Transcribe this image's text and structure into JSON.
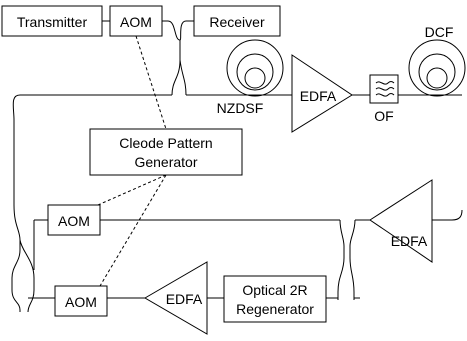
{
  "diagram": {
    "transmitter": "Transmitter",
    "aom": "AOM",
    "receiver": "Receiver",
    "nzdsf": "NZDSF",
    "edfa": "EDFA",
    "of": "OF",
    "dcf": "DCF",
    "cleode_line1": "Cleode Pattern",
    "cleode_line2": "Generator",
    "regen_line1": "Optical 2R",
    "regen_line2": "Regenerator"
  }
}
